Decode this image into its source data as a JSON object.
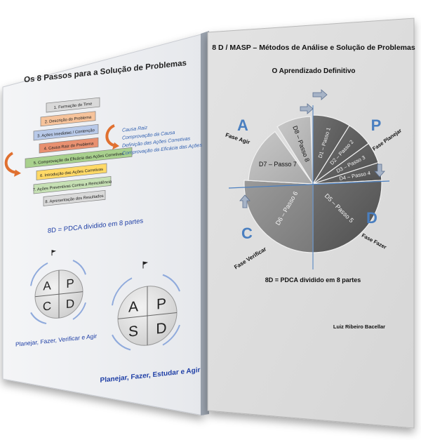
{
  "left_panel": {
    "title": "Os 8 Passos para a Solução de Problemas",
    "steps": [
      "1. Formação do Time",
      "2. Descrição do Problema",
      "3. Ações Imediatas / Contenção",
      "4. Causa Raiz do Problema",
      "5. Comprovação da Eficácia das Ações Corretivas",
      "6. Introdução das Ações Corretivas",
      "7. Ações Preventivas Contra a Reincidência",
      "8. Apresentação dos Resultados"
    ],
    "side_notes": [
      "Causa Raiz",
      "Comprovação da Causa",
      "Definição das Ações Corretivas",
      "Comprovação da Eficácia das Ações"
    ],
    "pdca_note": "8D = PDCA dividido em 8 partes",
    "cycle_pdca": {
      "letters": [
        "A",
        "P",
        "C",
        "D"
      ],
      "caption": "Planejar, Fazer, Verificar e Agir"
    },
    "cycle_pdsa": {
      "letters": [
        "A",
        "P",
        "S",
        "D"
      ],
      "caption": "Planejar, Fazer, Estudar e Agir"
    }
  },
  "right_panel": {
    "title": "8 D / MASP – Métodos de Análise e Solução de Problemas",
    "subtitle": "O Aprendizado Definitivo",
    "phase_letters": {
      "a": "A",
      "p": "P",
      "c": "C",
      "d": "D"
    },
    "phase_labels": {
      "agir": "Fase Agir",
      "planejar": "Fase Planejar",
      "verificar": "Fase Verificar",
      "fazer": "Fase Fazer"
    },
    "slices": [
      "D1 – Passo 1",
      "D2 – Passo 2",
      "D3 – Passo 3",
      "D4 – Passo 4",
      "D5 – Passo 5",
      "D6 – Passo 6",
      "D7 – Passo 7",
      "D8 – Passo 8"
    ],
    "pdca_note": "8D = PDCA dividido em 8 partes",
    "author": "Luiz Ribeiro Bacellar"
  },
  "colors": {
    "accent_blue": "#4a7fc0",
    "dark_blue": "#1f3fa6",
    "step_colors": [
      "#d9d9d9",
      "#f6c39b",
      "#b8c9e8",
      "#e89070",
      "#a8d08d",
      "#ffd966",
      "#c6e0b4",
      "#d9d9d9"
    ]
  }
}
